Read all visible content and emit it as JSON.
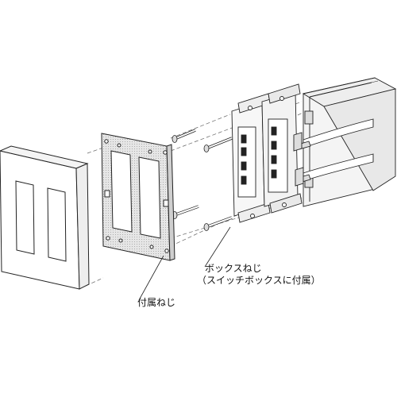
{
  "labels": {
    "box_screw": "ボックスねじ",
    "box_screw_note": "（スイッチボックスに付属）",
    "included_screw": "付属ねじ"
  }
}
